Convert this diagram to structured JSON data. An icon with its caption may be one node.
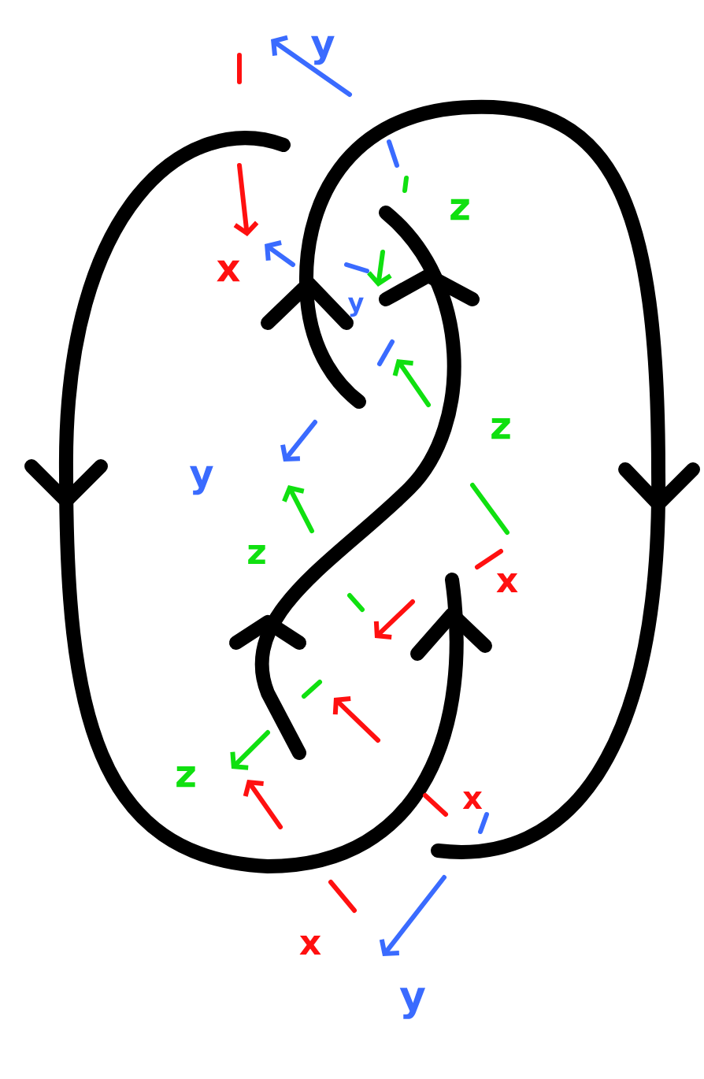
{
  "diagram": {
    "labels": [
      "y",
      "x",
      "z",
      "y",
      "z",
      "y",
      "z",
      "x",
      "z",
      "x",
      "x",
      "y"
    ]
  }
}
